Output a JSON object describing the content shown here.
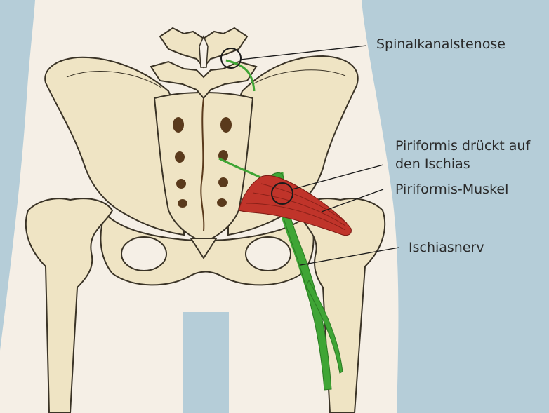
{
  "labels": {
    "spinal": "Spinalkanalstenose",
    "piriformis_presses_line1": "Piriformis drückt auf",
    "piriformis_presses_line2": "den Ischias",
    "piriformis_muscle": "Piriformis-Muskel",
    "sciatic_nerve": "Ischiasnerv"
  },
  "colors": {
    "background": "#b5cdd8",
    "body": "#f5efe6",
    "bone": "#efe4c4",
    "bone_outline": "#3a3326",
    "nerve": "#3fa535",
    "muscle": "#c0342a",
    "foramen": "#5a3a1c"
  }
}
